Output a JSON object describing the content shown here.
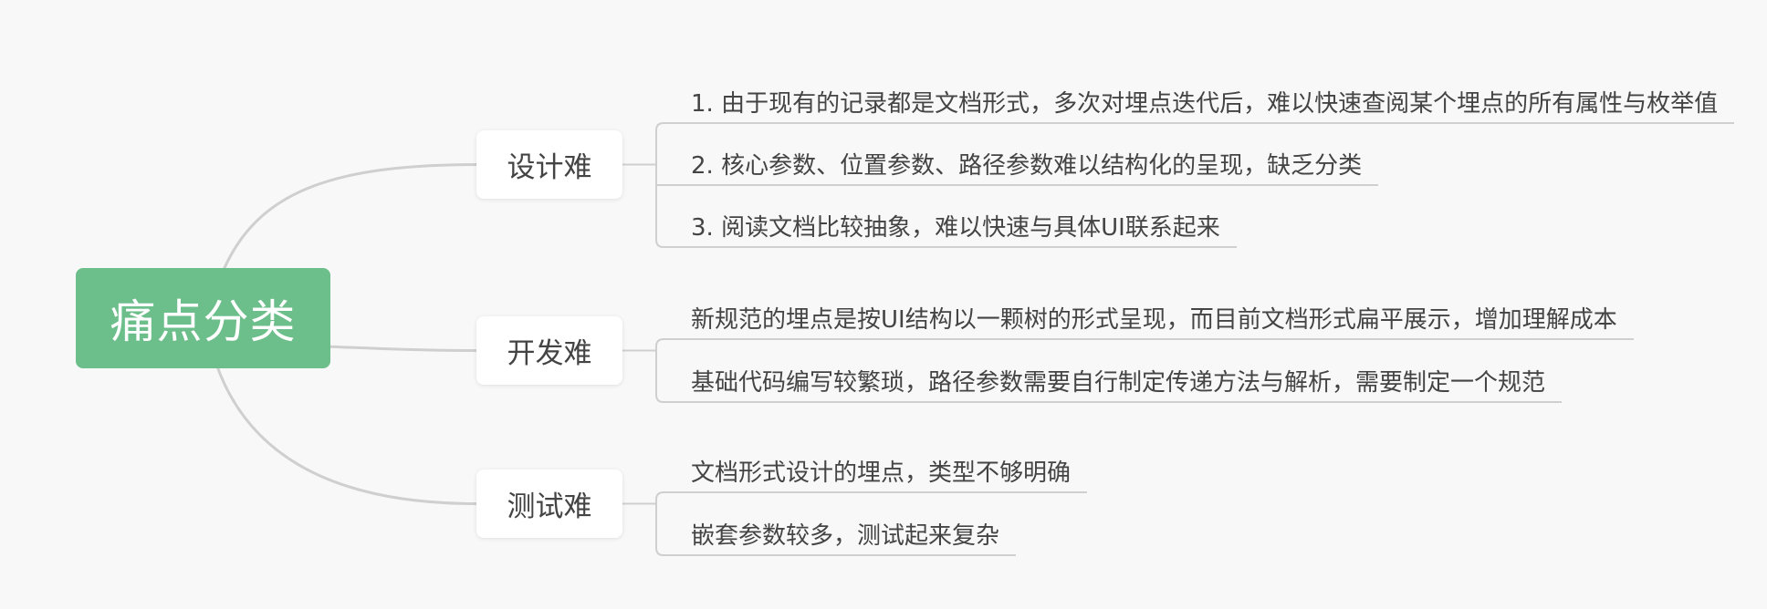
{
  "mindmap": {
    "root": {
      "label": "痛点分类"
    },
    "branches": [
      {
        "label": "设计难",
        "items": [
          "1. 由于现有的记录都是文档形式，多次对埋点迭代后，难以快速查阅某个埋点的所有属性与枚举值",
          "2. 核心参数、位置参数、路径参数难以结构化的呈现，缺乏分类",
          "3. 阅读文档比较抽象，难以快速与具体UI联系起来"
        ]
      },
      {
        "label": "开发难",
        "items": [
          "新规范的埋点是按UI结构以一颗树的形式呈现，而目前文档形式扁平展示，增加理解成本",
          "基础代码编写较繁琐，路径参数需要自行制定传递方法与解析，需要制定一个规范"
        ]
      },
      {
        "label": "测试难",
        "items": [
          "文档形式设计的埋点，类型不够明确",
          "嵌套参数较多，测试起来复杂"
        ]
      }
    ]
  },
  "colors": {
    "background": "#f8f8f8",
    "root_fill": "#6cbe8b",
    "line": "#cfcfcf",
    "text": "#444444"
  }
}
